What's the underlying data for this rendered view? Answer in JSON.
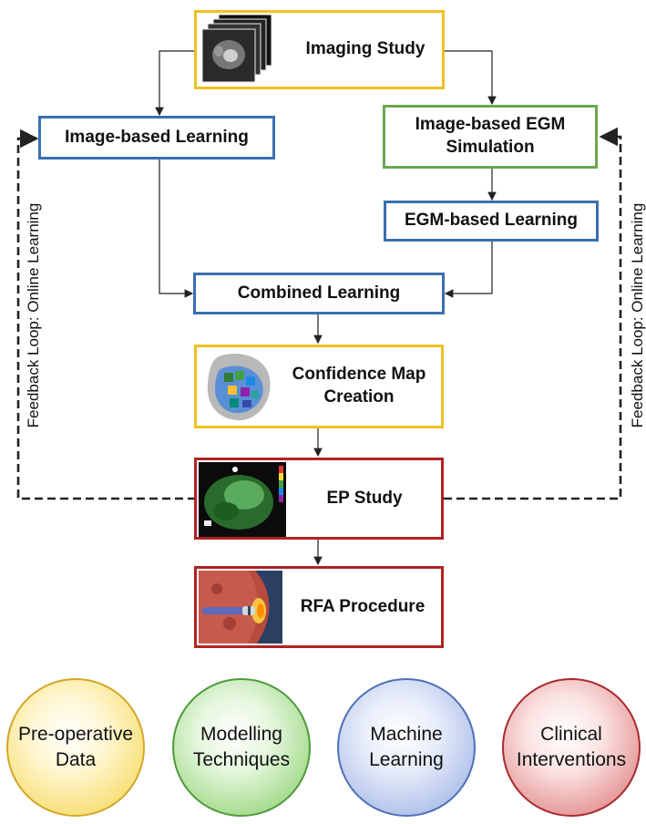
{
  "boxes": {
    "imaging": "Imaging Study",
    "image_learning": "Image-based Learning",
    "egm_sim_line1": "Image-based EGM",
    "egm_sim_line2": "Simulation",
    "egm_learning": "EGM-based Learning",
    "combined": "Combined Learning",
    "confidence_line1": "Confidence Map",
    "confidence_line2": "Creation",
    "ep_study": "EP Study",
    "rfa": "RFA Procedure"
  },
  "feedback": {
    "left": "Feedback Loop: Online Learning",
    "right": "Feedback Loop: Online Learning"
  },
  "circles": [
    {
      "line1": "Pre-operative",
      "line2": "Data",
      "color": "#f5d04a"
    },
    {
      "line1": "Modelling",
      "line2": "Techniques",
      "color": "#6cc35a"
    },
    {
      "line1": "Machine",
      "line2": "Learning",
      "color": "#7c97d6"
    },
    {
      "line1": "Clinical",
      "line2": "Interventions",
      "color": "#c8383c"
    }
  ],
  "colors": {
    "yellow": "#f0c020",
    "blue": "#3a6fb0",
    "green": "#6aa84f",
    "red": "#b22222"
  }
}
